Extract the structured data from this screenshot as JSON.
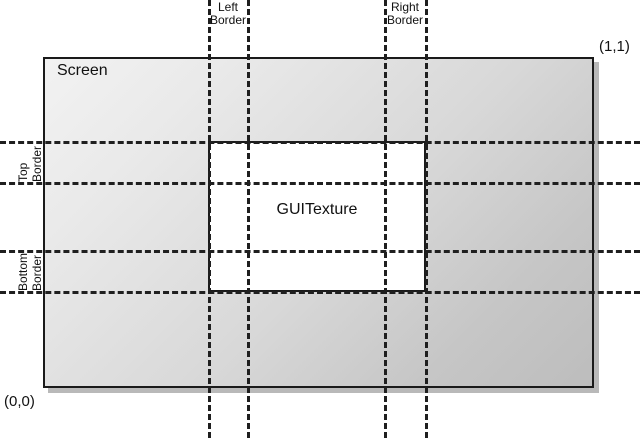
{
  "diagram": {
    "screen": {
      "label": "Screen",
      "corner_bottom_left": "(0,0)",
      "corner_top_right": "(1,1)"
    },
    "texture": {
      "label": "GUITexture"
    },
    "guides": {
      "left_border": {
        "line1": "Left",
        "line2": "Border"
      },
      "right_border": {
        "line1": "Right",
        "line2": "Border"
      },
      "top_border": {
        "line1": "Top",
        "line2": "Border"
      },
      "bottom_border": {
        "line1": "Bottom",
        "line2": "Border"
      }
    },
    "colors": {
      "stroke": "#1a1a1a",
      "dash": "#1f1f1f",
      "texture_fill": "#ffffff",
      "screen_fill_light": "#f2f2f2",
      "screen_fill_dark": "#bdbdbd",
      "text": "#111111"
    }
  }
}
